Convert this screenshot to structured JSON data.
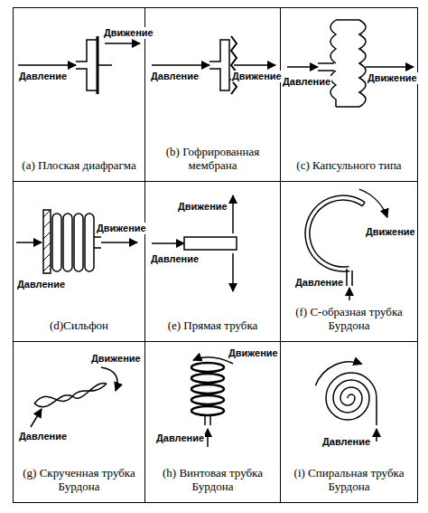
{
  "diagram": {
    "nodes": [
      {
        "text": [
          "(a) Плоская диафрагма"
        ]
      },
      {
        "text": [
          "(b) Гофрированная мембрана"
        ]
      },
      {
        "text": [
          "(c) Капсульного типа"
        ]
      },
      {
        "text": [
          "(d)Сильфон"
        ]
      },
      {
        "text": [
          "(e) Прямая трубка"
        ]
      },
      {
        "text": [
          "(f) С-образная трубка Бурдона"
        ]
      },
      {
        "text": [
          "(g) Скрученная трубка Бурдона"
        ]
      },
      {
        "text": [
          "(h) Винтовая трубка Бурдона"
        ]
      },
      {
        "text": [
          "(i) Спиральная трубка Бурдона"
        ]
      }
    ],
    "labels": [
      "Давление",
      "Движение",
      "Давление",
      "Движение",
      "Давление",
      "Движение",
      "Движение",
      "Давление",
      "Движение",
      "Давление",
      "Движение",
      "Давление",
      "Движение",
      "Давление",
      "Движение",
      "Давление",
      "Давление"
    ]
  }
}
